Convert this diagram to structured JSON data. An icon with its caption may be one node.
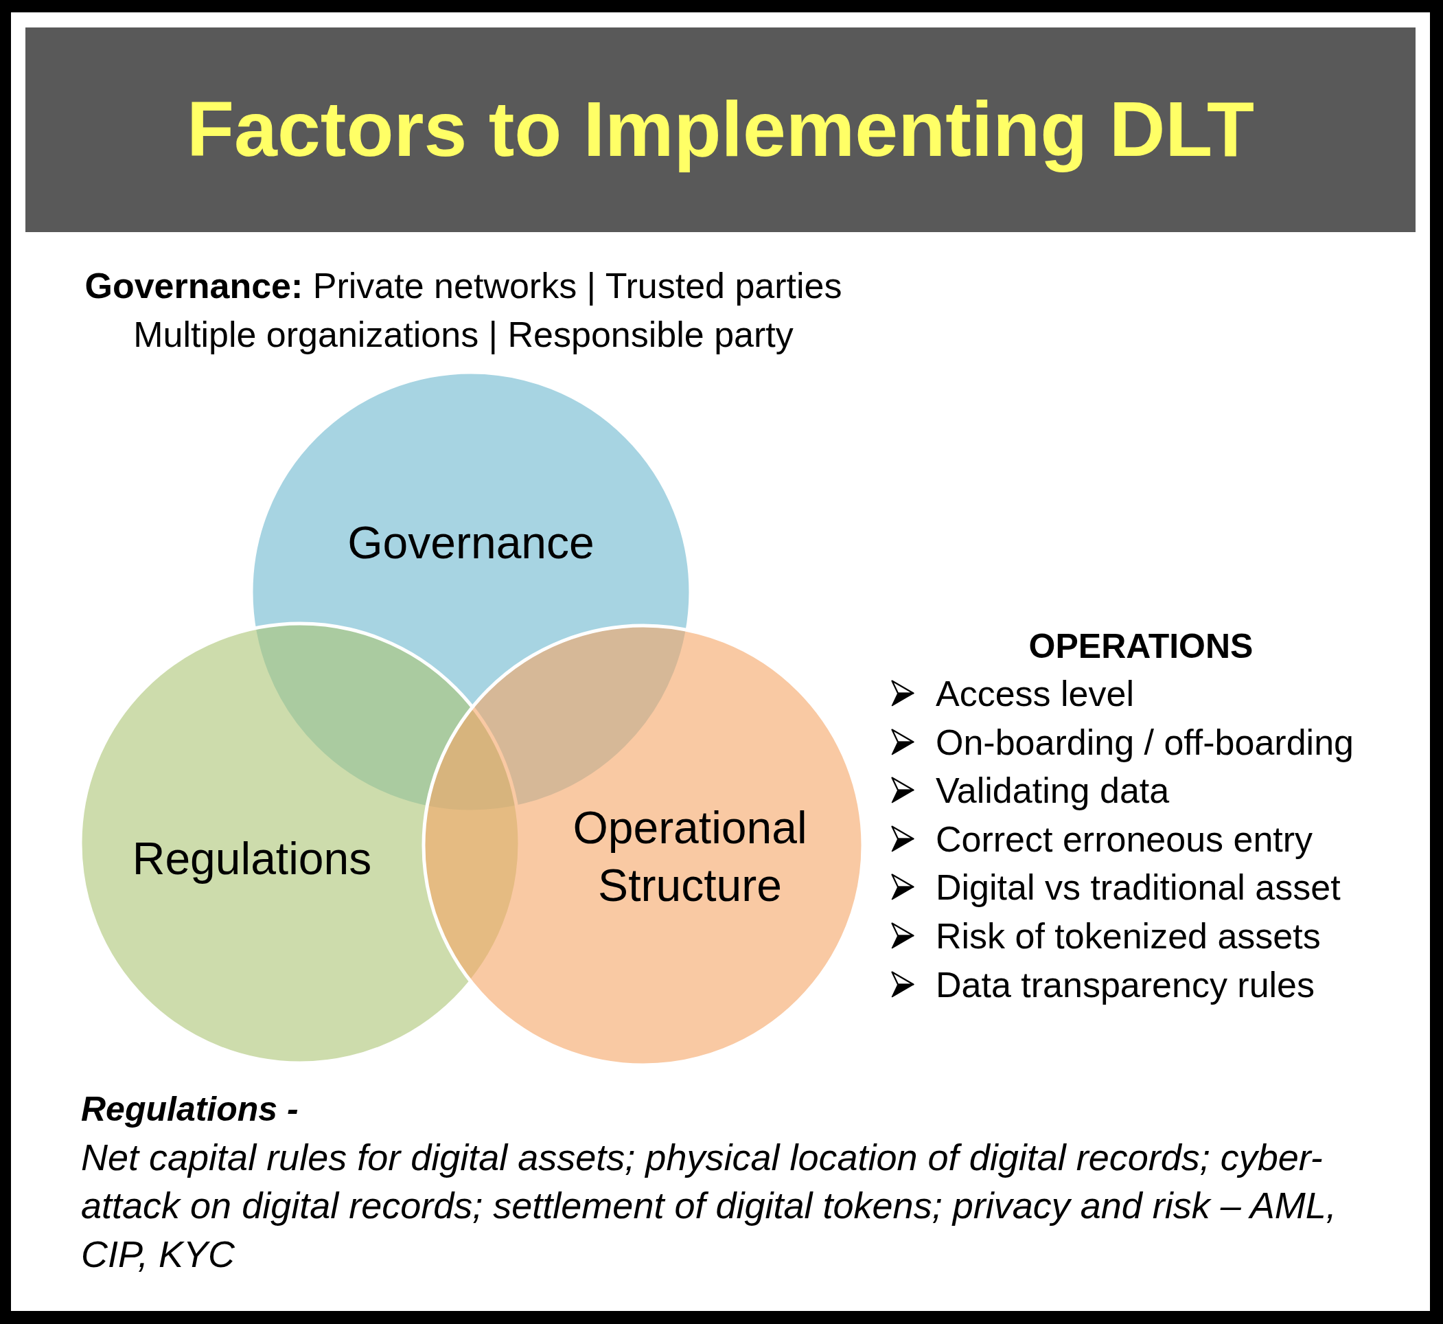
{
  "diagram": {
    "title": "Factors to Implementing DLT",
    "nodes": [
      {
        "text": [
          "Governance"
        ]
      },
      {
        "text": [
          "Regulations"
        ]
      },
      {
        "text": [
          "Operational Structure"
        ]
      }
    ],
    "labels": [
      "**Governance:** Private networks | Trusted parties Multiple organizations | Responsible party",
      "OPERATIONS",
      "Access level",
      "On-boarding / off-boarding",
      "Validating data",
      "Correct erroneous entry",
      "Digital vs traditional asset",
      "Risk of tokenized assets",
      "Data transparency rules",
      "Regulations -",
      "Net capital rules for digital assets; physical location of digital records; cyber-attack on digital records; settlement of digital tokens; privacy and risk – AML, CIP, KYC"
    ]
  }
}
